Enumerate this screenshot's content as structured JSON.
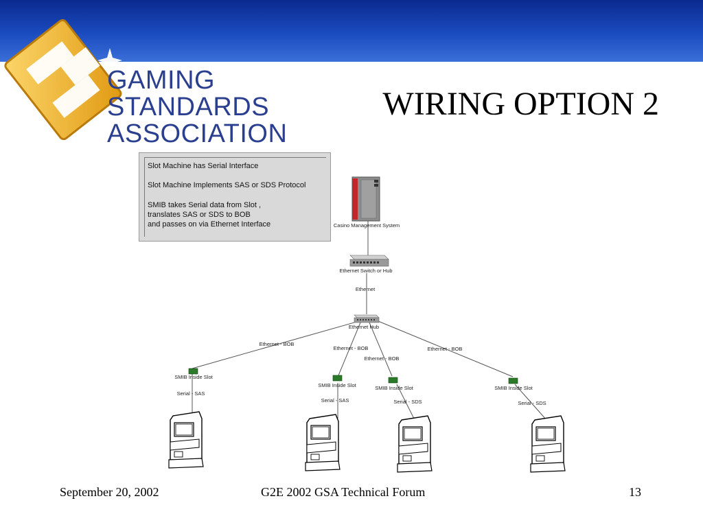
{
  "header": {
    "bar_color": "#1b4cc0"
  },
  "logo": {
    "line1": "GAMING",
    "line2": "STANDARDS",
    "line3": "ASSOCIATION",
    "text_color": "#2b3f8f",
    "mark_color": "#f0b323"
  },
  "slide": {
    "title": "WIRING OPTION 2"
  },
  "notes": {
    "line1": "Slot Machine has Serial Interface",
    "line2": "Slot Machine Implements SAS or SDS Protocol",
    "line3": "SMIB takes Serial data from Slot ,\ntranslates SAS or SDS to BOB\nand passes on via Ethernet Interface"
  },
  "diagram": {
    "server_label": "Casino Management System",
    "switch_label": "Ethernet Switch or Hub",
    "ethernet_label": "Ethernet",
    "hub_label": "Ethernet Hub",
    "links": [
      {
        "label": "Ethernet - BOB"
      },
      {
        "label": "Ethernet - BOB"
      },
      {
        "label": "Ethernet - BOB"
      },
      {
        "label": "Ethernet - BOB"
      }
    ],
    "slots": [
      {
        "smib_label": "SMIB Inside Slot",
        "serial_label": "Serial - SAS"
      },
      {
        "smib_label": "SMIB Inside Slot",
        "serial_label": "Serial - SAS"
      },
      {
        "smib_label": "SMIB Inside Slot",
        "serial_label": "Serial - SDS"
      },
      {
        "smib_label": "SMIB Inside Slot",
        "serial_label": "Serial - SDS"
      }
    ]
  },
  "footer": {
    "date": "September 20, 2002",
    "center": "G2E 2002 GSA Technical Forum",
    "page": "13"
  }
}
